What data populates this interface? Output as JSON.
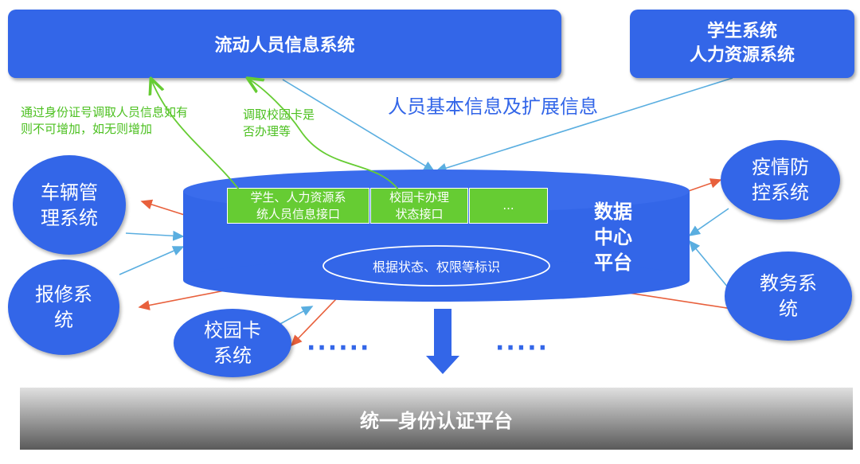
{
  "top_left_system": "流动人员信息系统",
  "top_right_system": "学生系统\n人力资源系统",
  "info_label": "人员基本信息及扩展信息",
  "note_left": "通过身份证号调取人员信息如有\n则不可增加，如无则增加",
  "note_middle": "调取校园卡是\n否办理等",
  "hub": {
    "title": "数据\n中心\n平台",
    "interfaces": [
      "学生、人力资源系\n统人员信息接口",
      "校园卡办理\n状态接口",
      "..."
    ],
    "inner_label": "根据状态、权限等标识"
  },
  "left_systems": {
    "vehicle": "车辆管\n理系统",
    "repair": "报修系\n统",
    "campus_card": "校园卡\n系统"
  },
  "right_systems": {
    "epidemic": "疫情防\n控系统",
    "academic": "教务系\n统"
  },
  "ellipsis_left": "······",
  "ellipsis_right": "·····",
  "bottom_platform": "统一身份认证平台",
  "colors": {
    "blue": "#3366e8",
    "green": "#66cc33",
    "green_text": "#4cc020",
    "arrow_blue": "#5aaee0",
    "arrow_red": "#e8603c",
    "gray_gradient_top": "#e0e0e0",
    "gray_gradient_bottom": "#5a5a5a"
  }
}
